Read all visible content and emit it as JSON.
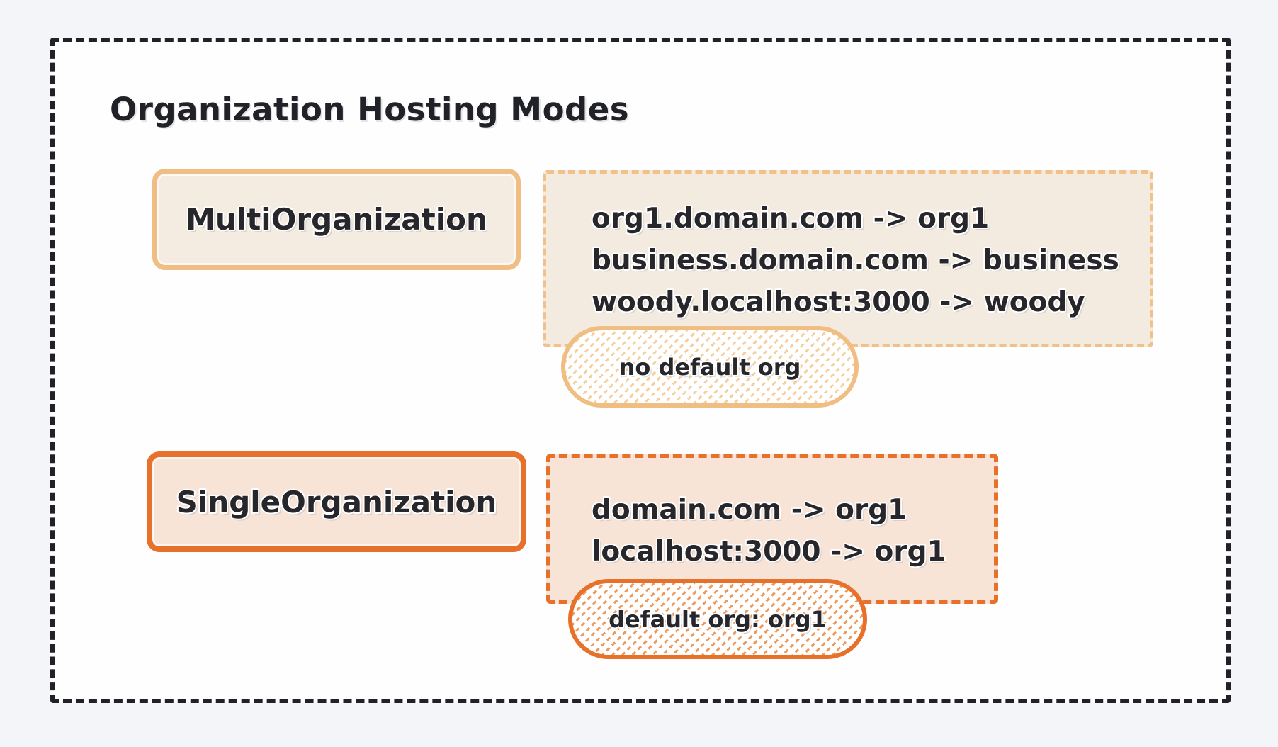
{
  "title": "Organization Hosting Modes",
  "modes": [
    {
      "name": "MultiOrganization",
      "mappings": [
        "org1.domain.com -> org1",
        "business.domain.com -> business",
        "woody.localhost:3000 -> woody"
      ],
      "badge": "no default org"
    },
    {
      "name": "SingleOrganization",
      "mappings": [
        "domain.com -> org1",
        "localhost:3000 -> org1"
      ],
      "badge": "default org: org1"
    }
  ],
  "colors": {
    "page_background": "#f4f5f8",
    "frame_background": "#fefefe",
    "frame_border": "#212228",
    "text": "#26262b",
    "multi_accent": "#f0bd82",
    "multi_fill": "#f4ebe0",
    "single_accent": "#e7712b",
    "single_fill": "#f7e4d7"
  }
}
